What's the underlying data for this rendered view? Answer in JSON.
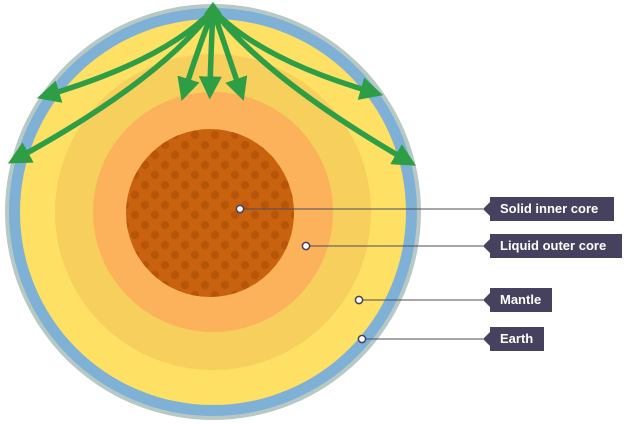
{
  "labels": {
    "inner_core": "Solid inner core",
    "outer_core": "Liquid outer core",
    "mantle": "Mantle",
    "earth": "Earth"
  },
  "colors": {
    "crust": "#7fb0d6",
    "crust_edge": "#b7c9c5",
    "mantle_outer": "#fde064",
    "mantle_inner": "#f7cf5c",
    "outer_core": "#fbb25a",
    "inner_core": "#c9620f",
    "inner_core_dots": "#b75609",
    "arrows": "#2e9e46",
    "label_bg": "#45415e",
    "leader": "#4b4b5e"
  }
}
